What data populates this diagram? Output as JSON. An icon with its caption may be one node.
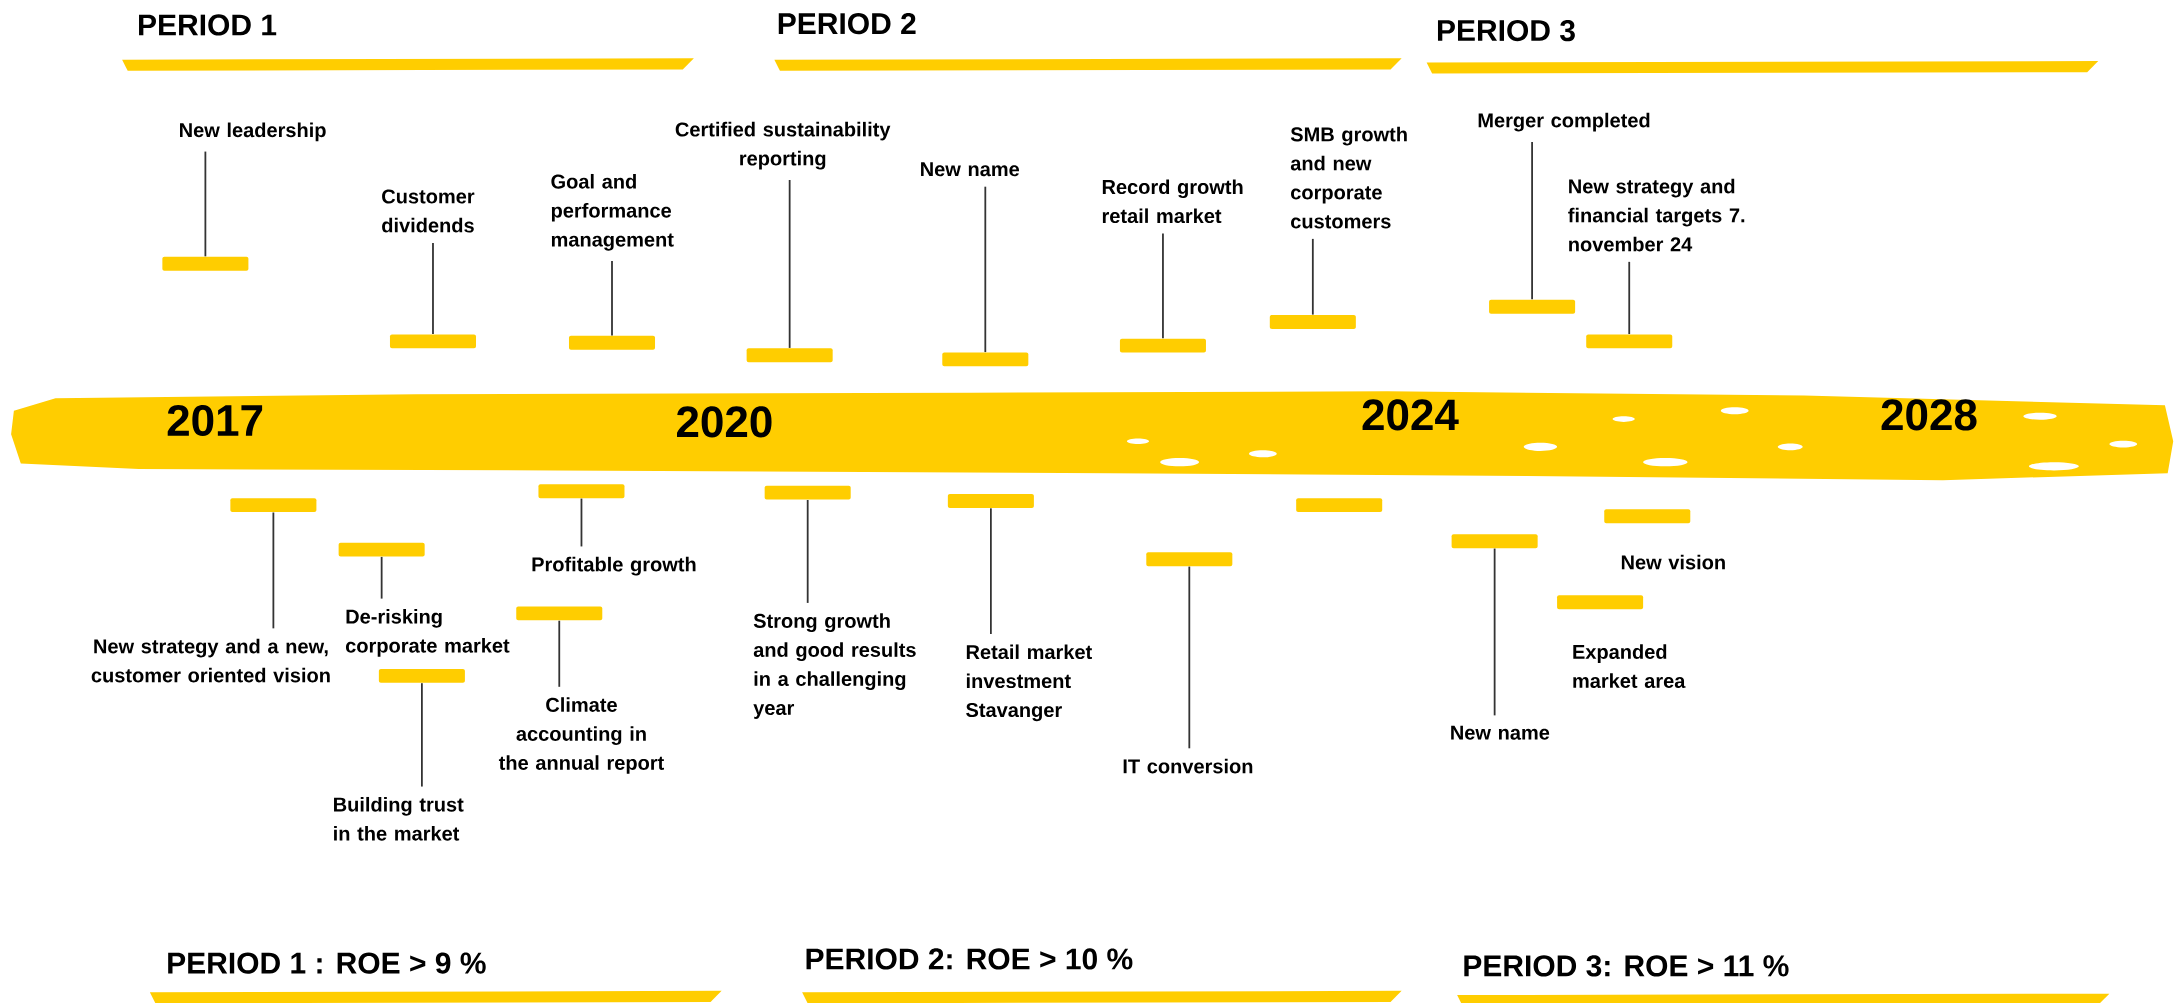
{
  "diagram": {
    "nodes": [
      {
        "text": [
          "New leadership"
        ]
      },
      {
        "text": [],
        "shape": "bar"
      },
      {
        "text": [
          "Customer dividends"
        ]
      },
      {
        "text": [],
        "shape": "bar"
      },
      {
        "text": [
          "Goal and performance management"
        ]
      },
      {
        "text": [],
        "shape": "bar"
      },
      {
        "text": [
          "Certified sustainability reporting"
        ]
      },
      {
        "text": [],
        "shape": "bar"
      },
      {
        "text": [
          "New name"
        ]
      },
      {
        "text": [],
        "shape": "bar"
      },
      {
        "text": [
          "Record growth retail market"
        ]
      },
      {
        "text": [],
        "shape": "bar"
      },
      {
        "text": [
          "SMB growth and new corporate customers"
        ]
      },
      {
        "text": [],
        "shape": "bar"
      },
      {
        "text": [
          "Merger completed"
        ]
      },
      {
        "text": [],
        "shape": "bar"
      },
      {
        "text": [
          "New strategy and financial targets 7. november 24"
        ]
      },
      {
        "text": [],
        "shape": "bar"
      },
      {
        "text": [
          "New strategy and a new, customer oriented vision"
        ]
      },
      {
        "text": [],
        "shape": "bar"
      },
      {
        "text": [
          "De-risking corporate market"
        ]
      },
      {
        "text": [],
        "shape": "bar"
      },
      {
        "text": [
          "Building trust in the market"
        ]
      },
      {
        "text": [],
        "shape": "bar"
      },
      {
        "text": [
          "Profitable growth"
        ]
      },
      {
        "text": [],
        "shape": "bar"
      },
      {
        "text": [
          "Climate accounting in the annual report"
        ]
      },
      {
        "text": [],
        "shape": "bar"
      },
      {
        "text": [
          "Strong growth and good results in a challenging year"
        ]
      },
      {
        "text": [],
        "shape": "bar"
      },
      {
        "text": [
          "Retail market investment Stavanger"
        ]
      },
      {
        "text": [],
        "shape": "bar"
      },
      {
        "text": [
          "IT conversion"
        ]
      },
      {
        "text": [],
        "shape": "bar"
      },
      {
        "text": [],
        "shape": "bar"
      },
      {
        "text": [
          "New name"
        ]
      },
      {
        "text": [],
        "shape": "bar"
      },
      {
        "text": [
          "New vision"
        ]
      },
      {
        "text": [],
        "shape": "bar"
      },
      {
        "text": [
          "Expanded market area"
        ]
      },
      {
        "text": [],
        "shape": "bar"
      }
    ],
    "edges": [
      {
        "from": 0,
        "to": 1,
        "arrow": "none"
      },
      {
        "from": 2,
        "to": 3,
        "arrow": "none"
      },
      {
        "from": 4,
        "to": 5,
        "arrow": "none"
      },
      {
        "from": 6,
        "to": 7,
        "arrow": "none"
      },
      {
        "from": 8,
        "to": 9,
        "arrow": "none"
      },
      {
        "from": 10,
        "to": 11,
        "arrow": "none"
      },
      {
        "from": 12,
        "to": 13,
        "arrow": "none"
      },
      {
        "from": 14,
        "to": 15,
        "arrow": "none"
      },
      {
        "from": 16,
        "to": 17,
        "arrow": "none"
      },
      {
        "from": 18,
        "to": 19,
        "arrow": "none"
      },
      {
        "from": 20,
        "to": 21,
        "arrow": "none"
      },
      {
        "from": 22,
        "to": 23,
        "arrow": "none"
      },
      {
        "from": 24,
        "to": 25,
        "arrow": "none"
      },
      {
        "from": 26,
        "to": 27,
        "arrow": "none"
      },
      {
        "from": 28,
        "to": 29,
        "arrow": "none"
      },
      {
        "from": 30,
        "to": 31,
        "arrow": "none"
      },
      {
        "from": 32,
        "to": 33,
        "arrow": "none"
      },
      {
        "from": 35,
        "to": 36,
        "arrow": "none"
      }
    ],
    "labels": [
      "PERIOD 1",
      "PERIOD 2",
      "PERIOD 3",
      "2017",
      "2020",
      "2024",
      "2028",
      "PERIOD 1 : ROE > 9 %",
      "PERIOD 2: ROE > 10 %",
      "PERIOD 3: ROE > 11 %"
    ]
  }
}
